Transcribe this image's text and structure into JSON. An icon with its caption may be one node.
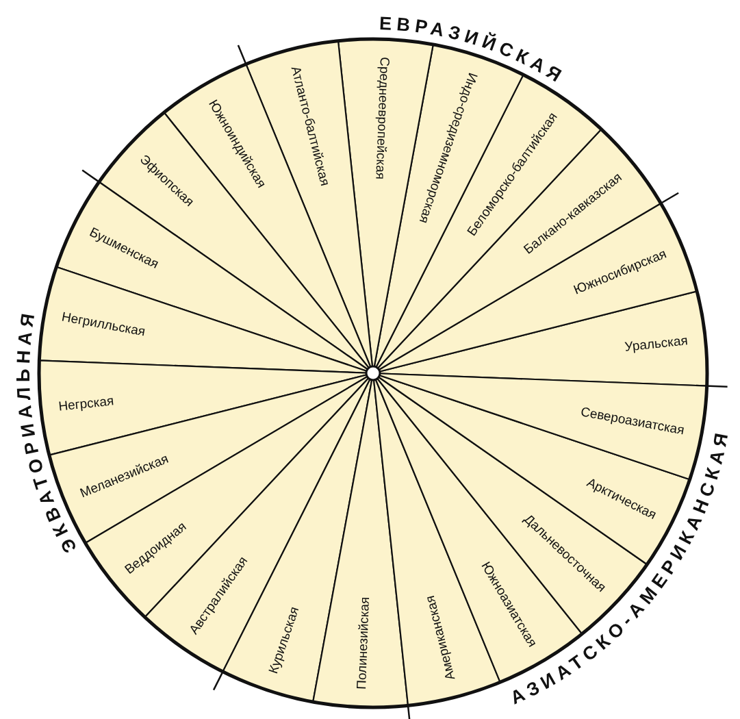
{
  "diagram": {
    "nodes": [
      {
        "text": [
          "Уральская"
        ]
      },
      {
        "text": [
          "Южносибирская"
        ]
      },
      {
        "text": [
          "Балкано-кавказская"
        ]
      },
      {
        "text": [
          "Беломорско-балтийская"
        ]
      },
      {
        "text": [
          "Индо-средиземноморская"
        ]
      },
      {
        "text": [
          "Среднеевропейская"
        ]
      },
      {
        "text": [
          "Атланто-балтийская"
        ]
      },
      {
        "text": [
          "Южноиндийская"
        ]
      },
      {
        "text": [
          "Эфиопская"
        ]
      },
      {
        "text": [
          "Бушменская"
        ]
      },
      {
        "text": [
          "Негрилльская"
        ]
      },
      {
        "text": [
          "Негрская"
        ]
      },
      {
        "text": [
          "Меланезийская"
        ]
      },
      {
        "text": [
          "Веддоидная"
        ]
      },
      {
        "text": [
          "Австралийская"
        ]
      },
      {
        "text": [
          "Курильская"
        ]
      },
      {
        "text": [
          "Полинезийская"
        ]
      },
      {
        "text": [
          "Американская"
        ]
      },
      {
        "text": [
          "Южноазиатская"
        ]
      },
      {
        "text": [
          "Дальневосточная"
        ]
      },
      {
        "text": [
          "Арктическая"
        ]
      },
      {
        "text": [
          "Североазиатская"
        ]
      }
    ],
    "labels": [
      "ЕВРАЗИЙСКАЯ",
      "ЭКВАТОРИАЛЬНАЯ",
      "АЗИАТСКО-АМЕРИКАНСКАЯ"
    ]
  }
}
